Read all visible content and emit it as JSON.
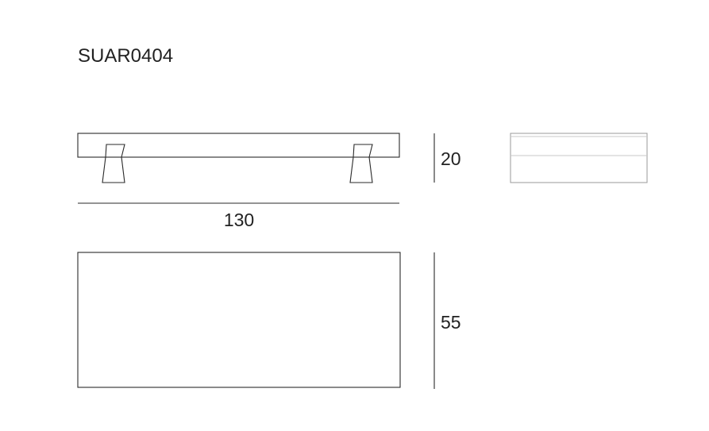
{
  "product_code": "SUAR0404",
  "dimensions": {
    "length": "130",
    "height": "20",
    "width": "55"
  }
}
